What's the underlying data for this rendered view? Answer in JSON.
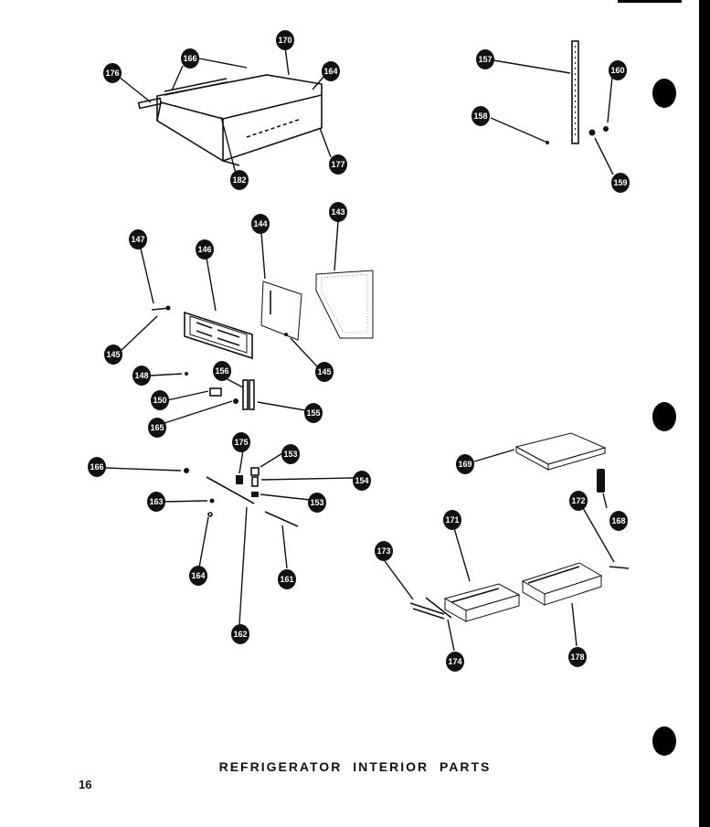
{
  "title": "REFRIGERATOR INTERIOR PARTS",
  "page_number": "16",
  "callouts": [
    {
      "id": "c176",
      "label": "176"
    },
    {
      "id": "c166a",
      "label": "166"
    },
    {
      "id": "c170",
      "label": "170"
    },
    {
      "id": "c164a",
      "label": "164"
    },
    {
      "id": "c182",
      "label": "182"
    },
    {
      "id": "c177",
      "label": "177"
    },
    {
      "id": "c157",
      "label": "157"
    },
    {
      "id": "c160",
      "label": "160"
    },
    {
      "id": "c158",
      "label": "158"
    },
    {
      "id": "c159",
      "label": "159"
    },
    {
      "id": "c147",
      "label": "147"
    },
    {
      "id": "c146",
      "label": "146"
    },
    {
      "id": "c144",
      "label": "144"
    },
    {
      "id": "c143",
      "label": "143"
    },
    {
      "id": "c145a",
      "label": "145"
    },
    {
      "id": "c145b",
      "label": "145"
    },
    {
      "id": "c148",
      "label": "148"
    },
    {
      "id": "c156",
      "label": "156"
    },
    {
      "id": "c150",
      "label": "150"
    },
    {
      "id": "c155",
      "label": "155"
    },
    {
      "id": "c165",
      "label": "165"
    },
    {
      "id": "c175",
      "label": "175"
    },
    {
      "id": "c153a",
      "label": "153"
    },
    {
      "id": "c166b",
      "label": "166"
    },
    {
      "id": "c154",
      "label": "154"
    },
    {
      "id": "c163",
      "label": "163"
    },
    {
      "id": "c153b",
      "label": "153"
    },
    {
      "id": "c164b",
      "label": "164"
    },
    {
      "id": "c161",
      "label": "161"
    },
    {
      "id": "c162",
      "label": "162"
    },
    {
      "id": "c169",
      "label": "169"
    },
    {
      "id": "c168",
      "label": "168"
    },
    {
      "id": "c172",
      "label": "172"
    },
    {
      "id": "c171",
      "label": "171"
    },
    {
      "id": "c173",
      "label": "173"
    },
    {
      "id": "c174",
      "label": "174"
    },
    {
      "id": "c178",
      "label": "178"
    }
  ]
}
